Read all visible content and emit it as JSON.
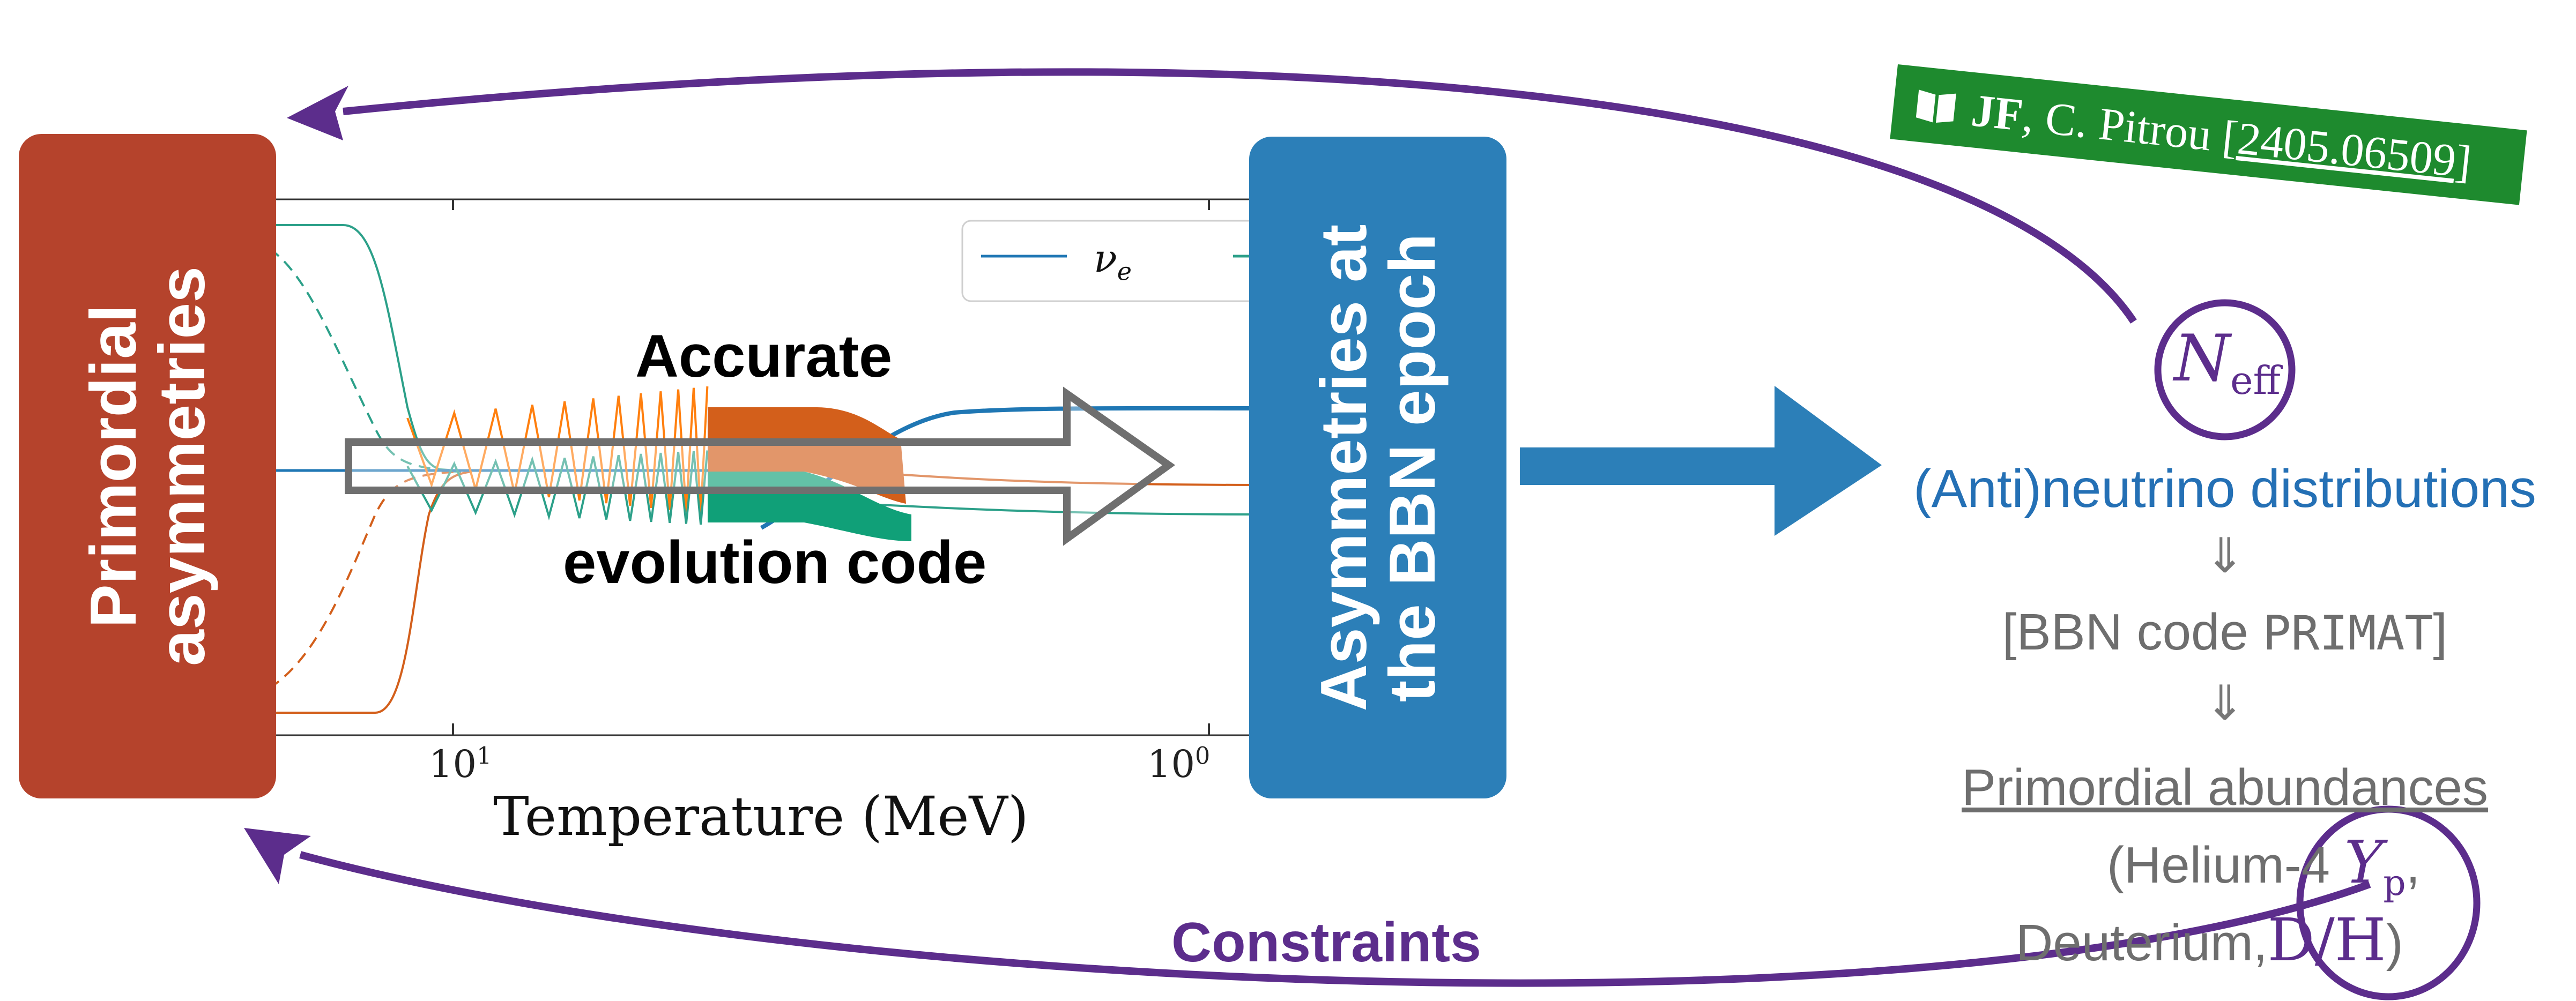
{
  "left_box": {
    "line1": "Primordial",
    "line2": "asymmetries",
    "color": "#b5432c"
  },
  "mid_box": {
    "line1": "Asymmetries at",
    "line2": "the BBN epoch",
    "color": "#2c7fb8"
  },
  "center_overlay": {
    "line1": "Accurate",
    "line2": "evolution code"
  },
  "reference": {
    "icon": "book-icon",
    "authors_bold": "JF",
    "authors_rest": ", C. Pitrou [",
    "arxiv": "2405.06509",
    "close": "]",
    "color": "#1e8a2e"
  },
  "plot": {
    "xlabel": "Temperature (MeV)",
    "ticks": [
      "10",
      "10"
    ],
    "tick_exponents": [
      "1",
      "0"
    ],
    "legend": [
      {
        "label": "ν",
        "subscript": "e",
        "color": "#1f77b4"
      }
    ]
  },
  "chart_data": {
    "type": "line",
    "xlabel": "Temperature (MeV)",
    "xscale": "log",
    "xticks": [
      10,
      1
    ],
    "legend": [
      "ν_e"
    ],
    "series_colors": [
      "#1f77b4",
      "#ff7f0e",
      "#2ca089"
    ]
  },
  "right_flow": {
    "neff_main": "N",
    "neff_sub": "eff",
    "distributions": "(Anti)neutrino distributions",
    "arrow_glyph": "⇓",
    "bbn_prefix": "[BBN code ",
    "bbn_code": "PRIMAT",
    "bbn_suffix": "]",
    "abundances_title": "Primordial abundances",
    "helium": "(Helium-4 ",
    "yp_main": "Y",
    "yp_sub": "p",
    "yp_comma": ",",
    "deuterium": "Deuterium,",
    "dh": "D/H",
    "close_paren": ")"
  },
  "constraints_label": "Constraints",
  "colors": {
    "purple": "#5c2d8c",
    "blue_text": "#2470b5",
    "gray_text": "#6e6e6e",
    "arrow_blue": "#2c7fb8"
  }
}
